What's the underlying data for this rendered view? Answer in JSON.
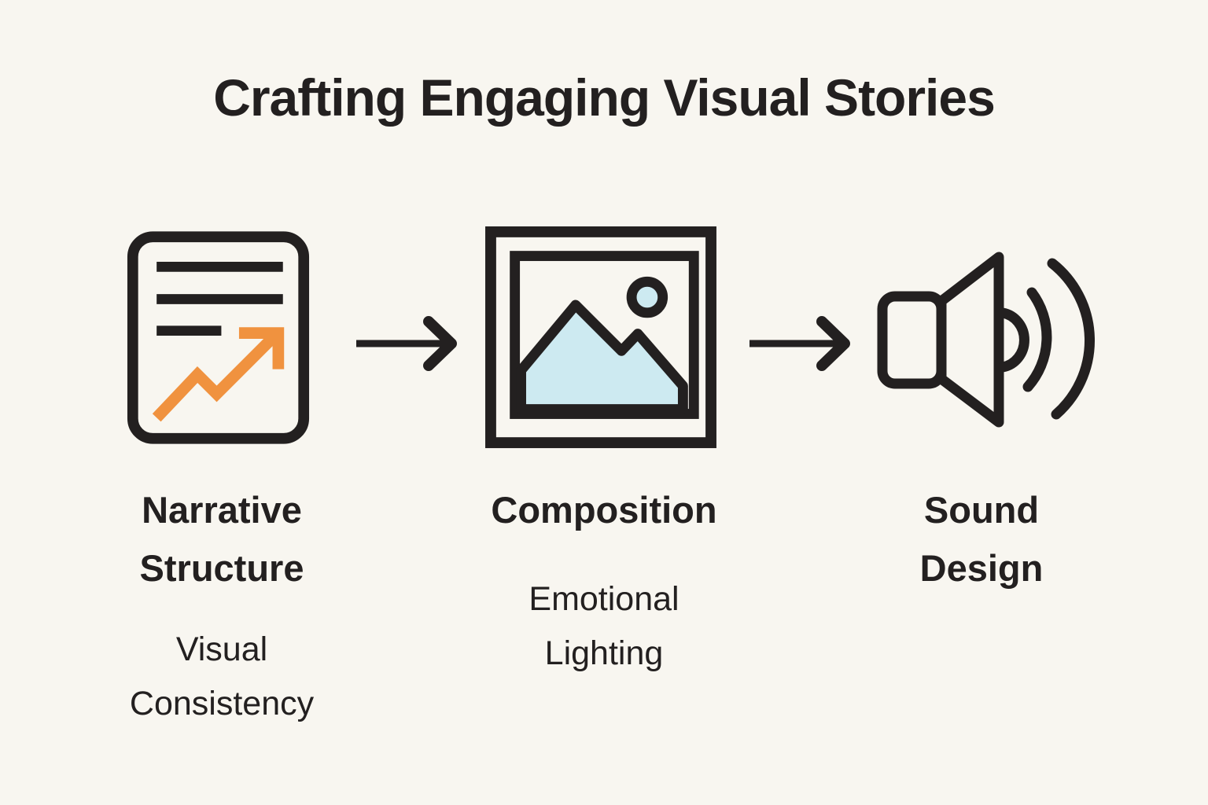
{
  "title": "Crafting Engaging Visual Stories",
  "stages": [
    {
      "label": "Narrative Structure",
      "label_lines": [
        "Narrative",
        "Structure"
      ],
      "sublabel": "Visual Consistency",
      "sublabel_lines": [
        "Visual",
        "Consistency"
      ],
      "icon": "document-chart-icon"
    },
    {
      "label": "Composition",
      "label_lines": [
        "Composition"
      ],
      "sublabel": "Emotional Lighting",
      "sublabel_lines": [
        "Emotional",
        "Lighting"
      ],
      "icon": "picture-icon"
    },
    {
      "label": "Sound Design",
      "label_lines": [
        "Sound",
        "Design"
      ],
      "sublabel": "",
      "sublabel_lines": [],
      "icon": "speaker-icon"
    }
  ],
  "connectors": [
    {
      "icon": "arrow-right-icon"
    },
    {
      "icon": "arrow-right-icon"
    }
  ],
  "colors": {
    "background": "#F8F6F0",
    "ink": "#232020",
    "accent_orange": "#F0923F",
    "accent_blue": "#CDEAF1"
  }
}
